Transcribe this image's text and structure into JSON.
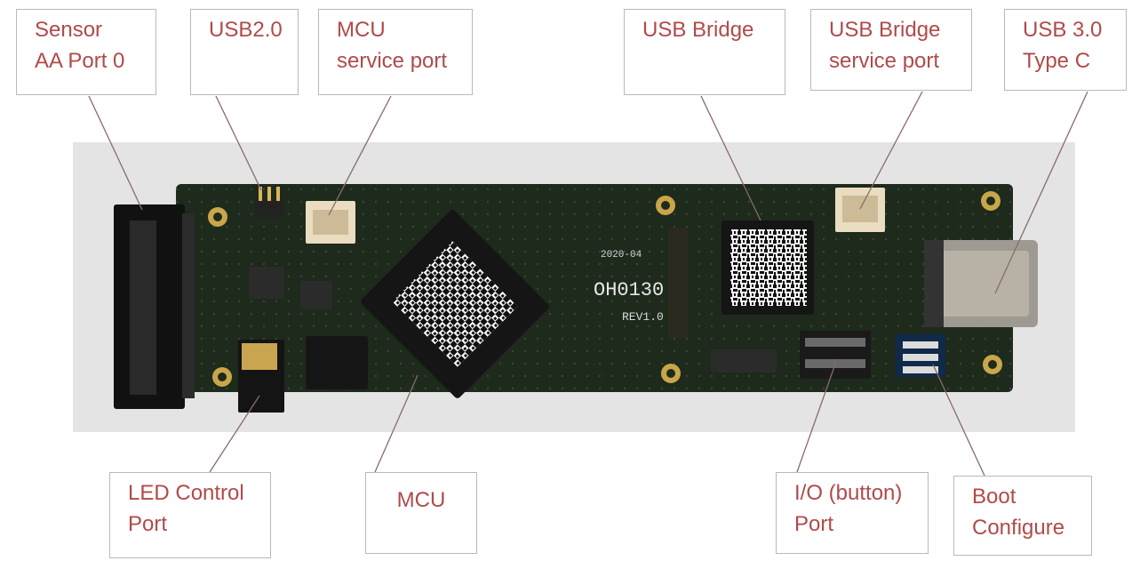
{
  "diagram": {
    "board_silkscreen": {
      "part": "OH0130",
      "revision": "REV1.0",
      "date": "2020-04"
    },
    "callouts": [
      {
        "id": "sensor",
        "lines": [
          "Sensor",
          "AA Port 0"
        ]
      },
      {
        "id": "usb2",
        "lines": [
          "USB2.0"
        ]
      },
      {
        "id": "mcusp",
        "lines": [
          "MCU",
          "service port"
        ]
      },
      {
        "id": "bridge",
        "lines": [
          "USB Bridge"
        ]
      },
      {
        "id": "bridgesp",
        "lines": [
          "USB Bridge",
          "service port"
        ]
      },
      {
        "id": "usb3",
        "lines": [
          "USB 3.0",
          "Type C"
        ]
      },
      {
        "id": "led",
        "lines": [
          "LED Control",
          "Port"
        ]
      },
      {
        "id": "mcu",
        "lines": [
          "MCU"
        ]
      },
      {
        "id": "io",
        "lines": [
          "I/O (button)",
          "Port"
        ]
      },
      {
        "id": "boot",
        "lines": [
          "Boot",
          "Configure"
        ]
      }
    ],
    "colors": {
      "label_text": "#b04a4a",
      "box_border": "#b9b9b9",
      "leader_line": "#8a6a6a",
      "pcb": "#1d2a1c",
      "backdrop": "#e4e4e4"
    }
  }
}
